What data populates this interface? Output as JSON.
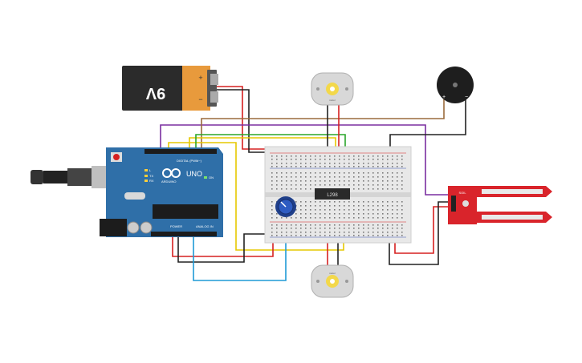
{
  "battery": {
    "label": "9V",
    "plus": "+",
    "minus": "−"
  },
  "arduino": {
    "brand": "ARDUINO",
    "model": "UNO",
    "digital_label": "DIGITAL (PWM~)",
    "power_label": "POWER",
    "analog_label": "ANALOG IN",
    "on_label": "ON",
    "tx_label": "TX",
    "rx_label": "RX",
    "l_label": "L"
  },
  "motor_top": {
    "label": "motor"
  },
  "motor_bottom": {
    "label": "motor"
  },
  "buzzer": {
    "plus": "+",
    "minus": "−"
  },
  "ic": {
    "label": "L298"
  },
  "sensor": {
    "label": "SOIL"
  },
  "colors": {
    "red": "#d62020",
    "black": "#222222",
    "yellow": "#e6c800",
    "green": "#2aa52a",
    "purple": "#7a2fa0",
    "brown": "#9a6a3c",
    "blue": "#1f9ad6",
    "arduino_board": "#2f6fa8",
    "breadboard": "#e8e8e8",
    "sensor_board": "#d9242b"
  }
}
